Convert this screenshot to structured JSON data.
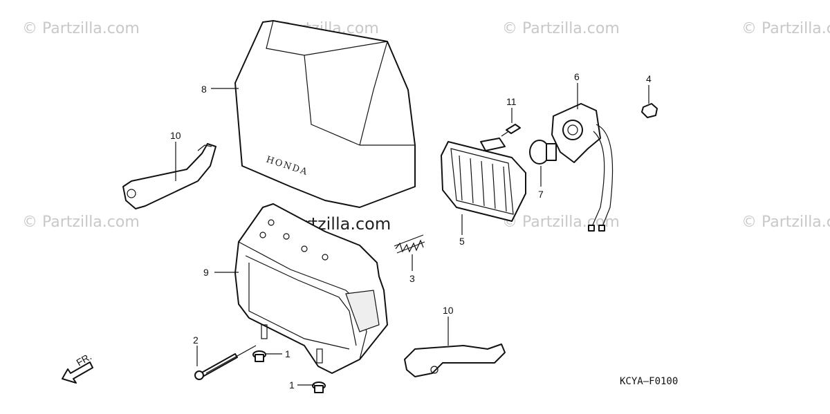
{
  "watermark_text": "© Partzilla.com",
  "diagram_code": "KCYA—F0100",
  "direction_label": "FR.",
  "brand_text": "HONDA",
  "callouts": {
    "headlight_visor": "8",
    "stay_left": "10",
    "stay_right": "10",
    "case": "9",
    "screw_long": "2",
    "grommet_a": "1",
    "grommet_b": "1",
    "spring": "3",
    "headlight_unit": "5",
    "bolt": "11",
    "socket": "6",
    "bulb": "7",
    "nut": "4"
  },
  "colors": {
    "line": "#111111",
    "watermark": "#c8c8c8"
  }
}
